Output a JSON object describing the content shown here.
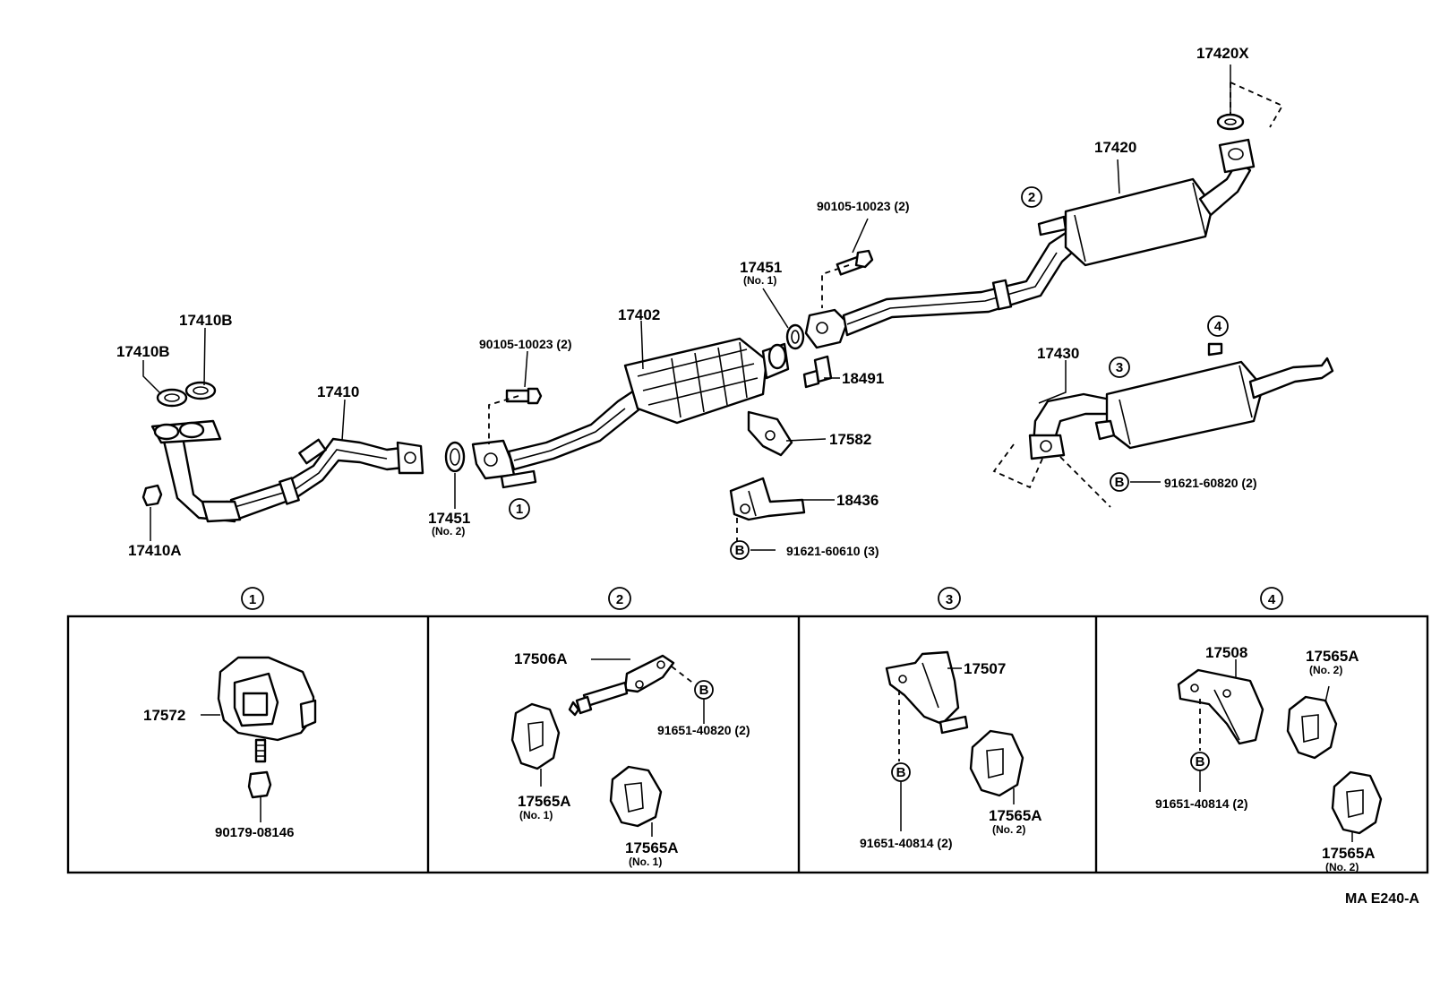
{
  "labels": {
    "p17420X": "17420X",
    "p17420": "17420",
    "p90105_top": "90105-10023 (2)",
    "p17451_no1": "17451",
    "p17451_no1_sub": "(No. 1)",
    "p17402": "17402",
    "p90105_mid": "90105-10023 (2)",
    "p17410B_a": "17410B",
    "p17410B_b": "17410B",
    "p17410": "17410",
    "p17410A": "17410A",
    "p17451_no2": "17451",
    "p17451_no2_sub": "(No. 2)",
    "p18491": "18491",
    "p17582": "17582",
    "p18436": "18436",
    "p91621_60610": "91621-60610 (3)",
    "p17430": "17430",
    "p91621_60820": "91621-60820 (2)",
    "p17572": "17572",
    "p90179": "90179-08146",
    "p17506A": "17506A",
    "p91651_40820": "91651-40820 (2)",
    "p17565A_2a": "17565A",
    "p17565A_2a_sub": "(No. 1)",
    "p17565A_2b": "17565A",
    "p17565A_2b_sub": "(No. 1)",
    "p17507": "17507",
    "p91651_40814_3": "91651-40814 (2)",
    "p17565A_3": "17565A",
    "p17565A_3_sub": "(No. 2)",
    "p17508": "17508",
    "p17565A_4a": "17565A",
    "p17565A_4a_sub": "(No. 2)",
    "p91651_40814_4": "91651-40814 (2)",
    "p17565A_4b": "17565A",
    "p17565A_4b_sub": "(No. 2)"
  },
  "markers": {
    "m1": "1",
    "m2": "2",
    "m3": "3",
    "m4": "4",
    "bolt_b": "B"
  },
  "footer": {
    "code": "MA E240-A"
  }
}
